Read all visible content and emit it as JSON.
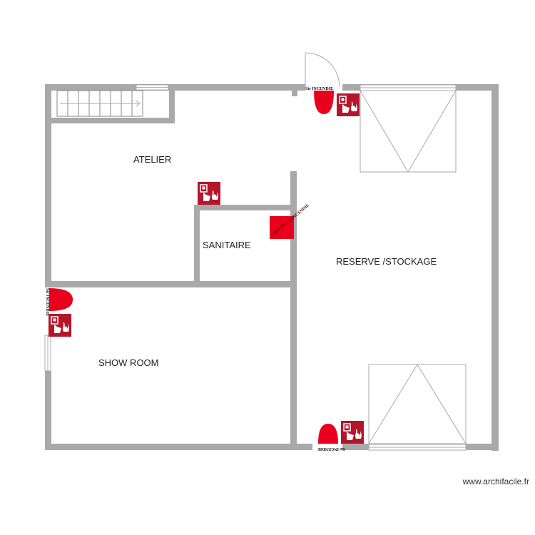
{
  "rooms": {
    "atelier": "ATELIER",
    "sanitaire": "SANITAIRE",
    "reserve": "RESERVE /STOCKAGE",
    "showroom": "SHOW ROOM"
  },
  "signs": {
    "exit_label": "Sir INCENDIE",
    "central_label": "CENTRALE INCENDIE"
  },
  "watermark": "www.archifacile.fr",
  "colors": {
    "wall": "#a9a9a9",
    "fire_red": "#e8001c",
    "sign_red": "#b5152a",
    "sign_white": "#ffffff"
  },
  "icons": {
    "alarm_panel": "manual-call-point-icon",
    "extinguisher": "extinguisher-icon",
    "exit": "fire-exit-icon"
  }
}
